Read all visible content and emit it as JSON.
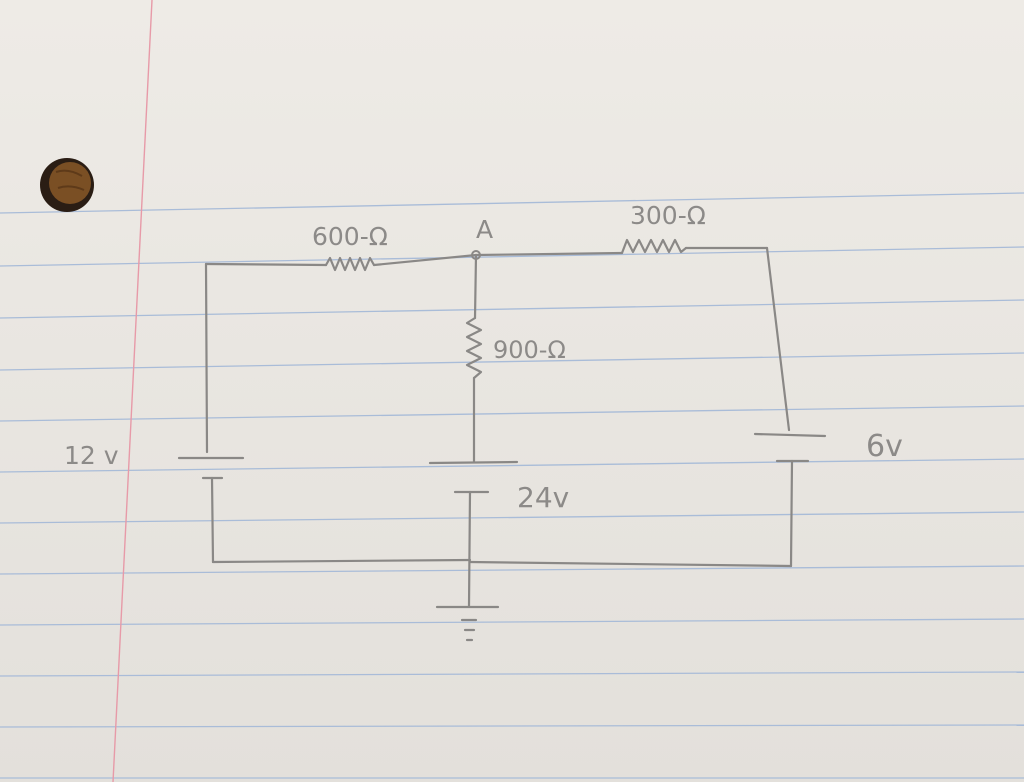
{
  "labels": {
    "r_600": "600-Ω",
    "node_a": "A",
    "r_300": "300-Ω",
    "r_900": "900-Ω",
    "v_12": "12 v",
    "v_24": "24v",
    "v_6": "6v"
  },
  "colors": {
    "paper": "#eae7e2",
    "ruled_line": "#a9bcd8",
    "margin_line": "#e79aa8",
    "pencil": "#8a8886",
    "hole_ring": "#2a1d14",
    "hole_wood": "#7a4f24"
  }
}
